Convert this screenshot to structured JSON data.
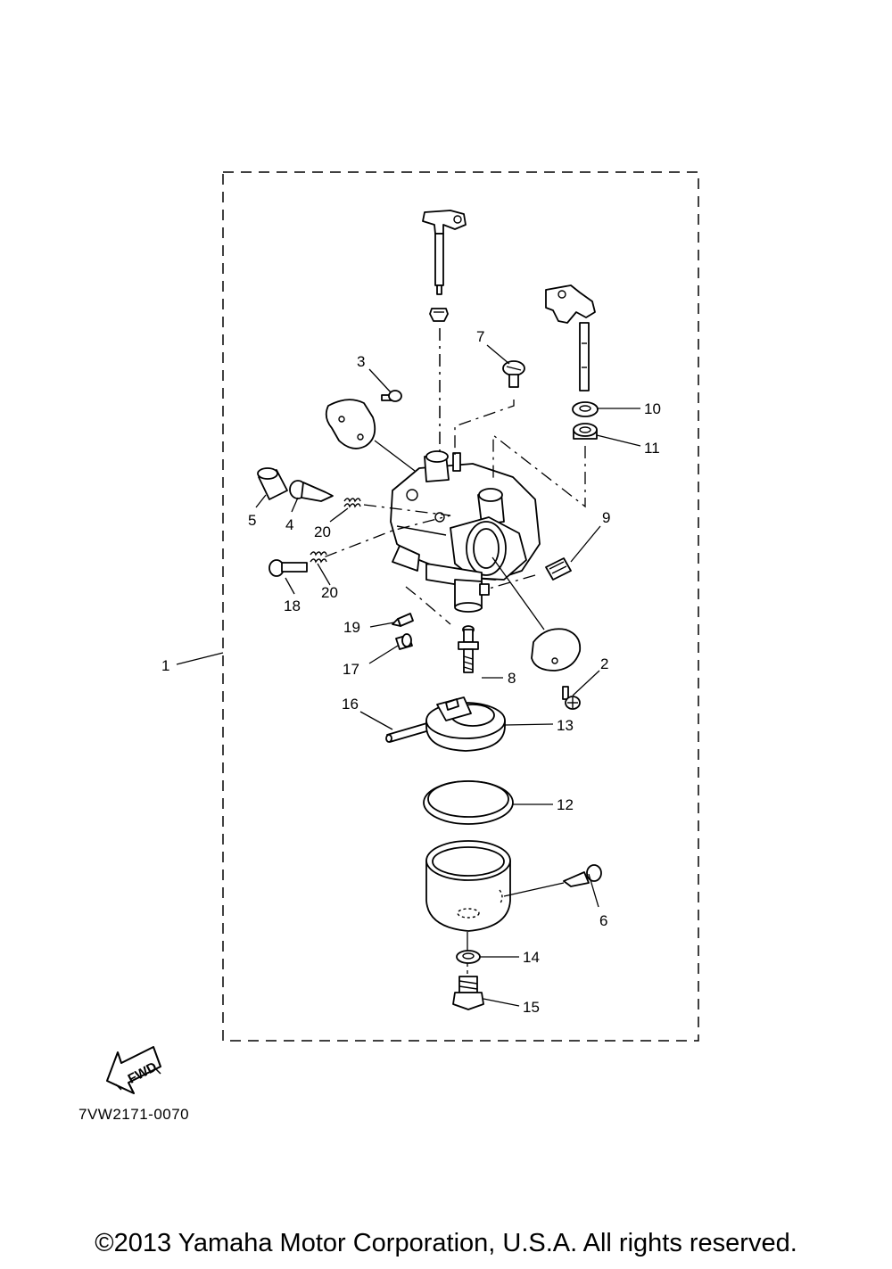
{
  "diagram": {
    "code": "7VW2171-0070",
    "copyright": "©2013 Yamaha Motor Corporation, U.S.A. All rights reserved.",
    "fwd_label": "FWD",
    "callouts": [
      {
        "id": "1",
        "text": "1"
      },
      {
        "id": "2",
        "text": "2"
      },
      {
        "id": "3",
        "text": "3"
      },
      {
        "id": "4",
        "text": "4"
      },
      {
        "id": "5",
        "text": "5"
      },
      {
        "id": "6",
        "text": "6"
      },
      {
        "id": "7",
        "text": "7"
      },
      {
        "id": "8",
        "text": "8"
      },
      {
        "id": "9",
        "text": "9"
      },
      {
        "id": "10",
        "text": "10"
      },
      {
        "id": "11",
        "text": "11"
      },
      {
        "id": "12",
        "text": "12"
      },
      {
        "id": "13",
        "text": "13"
      },
      {
        "id": "14",
        "text": "14"
      },
      {
        "id": "15",
        "text": "15"
      },
      {
        "id": "16",
        "text": "16"
      },
      {
        "id": "17",
        "text": "17"
      },
      {
        "id": "18",
        "text": "18"
      },
      {
        "id": "19",
        "text": "19"
      },
      {
        "id": "20a",
        "text": "20"
      },
      {
        "id": "20b",
        "text": "20"
      }
    ]
  }
}
